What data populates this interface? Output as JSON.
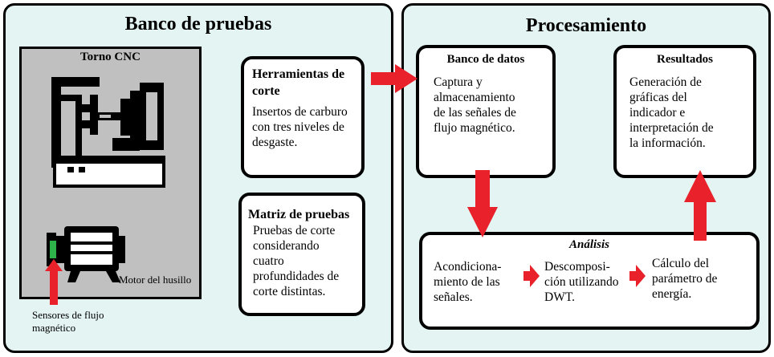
{
  "left_panel": {
    "title": "Banco de pruebas",
    "cnc_title": "Torno CNC",
    "motor_label": "Motor del husillo",
    "sensor_label_line1": "Sensores de flujo",
    "sensor_label_line2": "magnético"
  },
  "herramientas": {
    "title_line1": "Herramientas de",
    "title_line2": "corte",
    "body": [
      "Insertos de carburo",
      "con tres niveles de",
      "desgaste."
    ]
  },
  "matriz": {
    "title": "Matriz de pruebas",
    "body": [
      "Pruebas de corte",
      "considerando",
      "cuatro",
      "profundidades de",
      "corte distintas."
    ]
  },
  "right_panel": {
    "title": "Procesamiento"
  },
  "banco_datos": {
    "title": "Banco de datos",
    "body": [
      "Captura y",
      "almacenamiento",
      "de las señales de",
      "flujo magnético."
    ]
  },
  "resultados": {
    "title": "Resultados",
    "body": [
      "Generación de",
      "gráficas del",
      "indicador e",
      "interpretación de",
      "la información."
    ]
  },
  "analisis": {
    "title": "Análisis",
    "step1": [
      "Acondiciona-",
      "miento de las",
      "señales."
    ],
    "step2": [
      "Descomposi-",
      "ción utilizando",
      "DWT."
    ],
    "step3": [
      "Cálculo del",
      "parámetro de",
      "energía."
    ]
  },
  "colors": {
    "panel_bg": "#e3f4f3",
    "cnc_bg": "#c0c0c0",
    "arrow_red": "#e8212b",
    "sensor_green": "#2db34a"
  }
}
